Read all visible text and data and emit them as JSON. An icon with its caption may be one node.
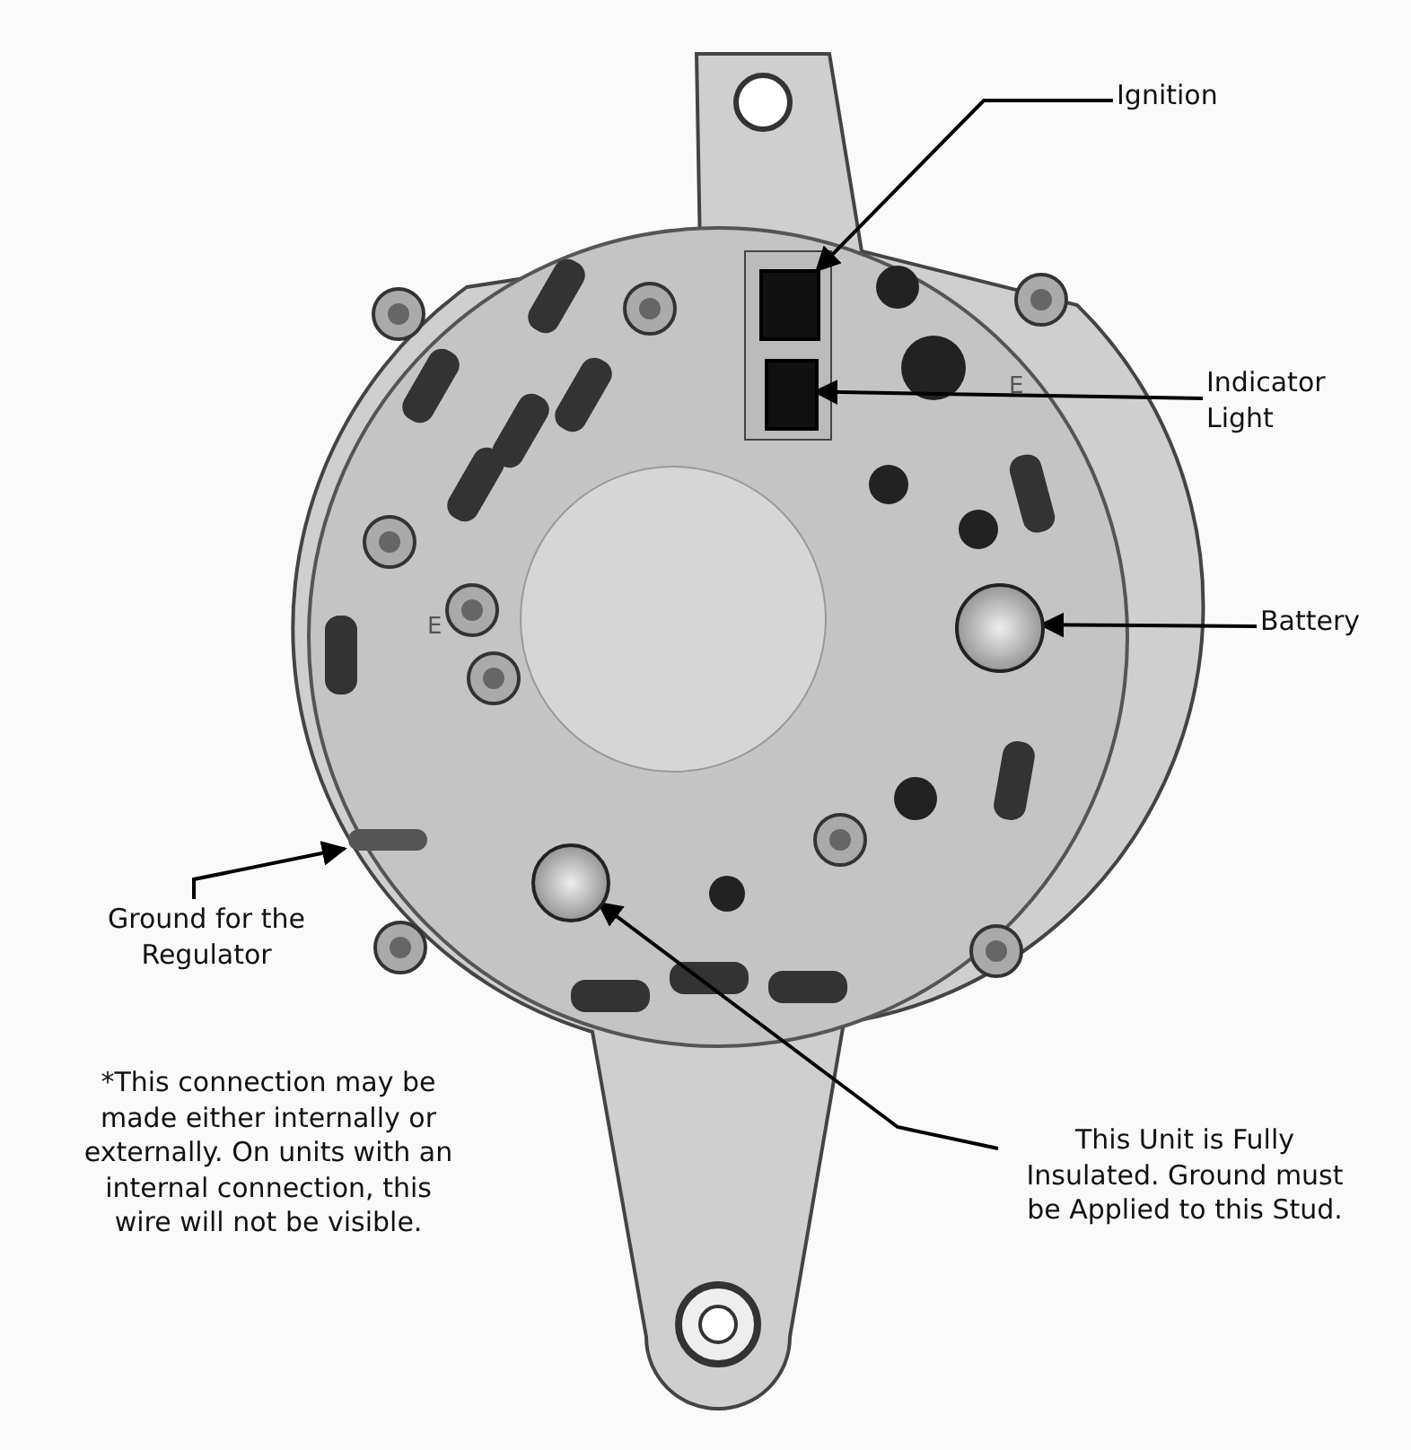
{
  "diagram": {
    "nodes": [
      {
        "text": [
          "Ignition"
        ]
      },
      {
        "text": [
          "Indicator Light"
        ]
      },
      {
        "text": [
          "Battery"
        ]
      },
      {
        "text": [
          "Ground for the Regulator"
        ]
      },
      {
        "text": [
          "This Unit is Fully Insulated.  Ground must be Applied to this Stud."
        ]
      },
      {
        "text": [],
        "shape": "box"
      },
      {
        "text": [],
        "shape": "box"
      },
      {
        "text": [],
        "shape": "circle"
      },
      {
        "text": [],
        "shape": "bar"
      },
      {
        "text": [],
        "shape": "circle"
      }
    ],
    "edges": [
      {
        "from": 0,
        "to": 5,
        "arrow": "to"
      },
      {
        "from": 1,
        "to": 6,
        "arrow": "to"
      },
      {
        "from": 2,
        "to": 7,
        "arrow": "to"
      },
      {
        "from": 3,
        "to": 8,
        "arrow": "to"
      },
      {
        "from": 4,
        "to": 9,
        "arrow": "to"
      }
    ],
    "labels": [
      "E",
      "E",
      "*This connection may be made either internally or externally.  On units with an internal connection, this wire will not be visible."
    ]
  }
}
